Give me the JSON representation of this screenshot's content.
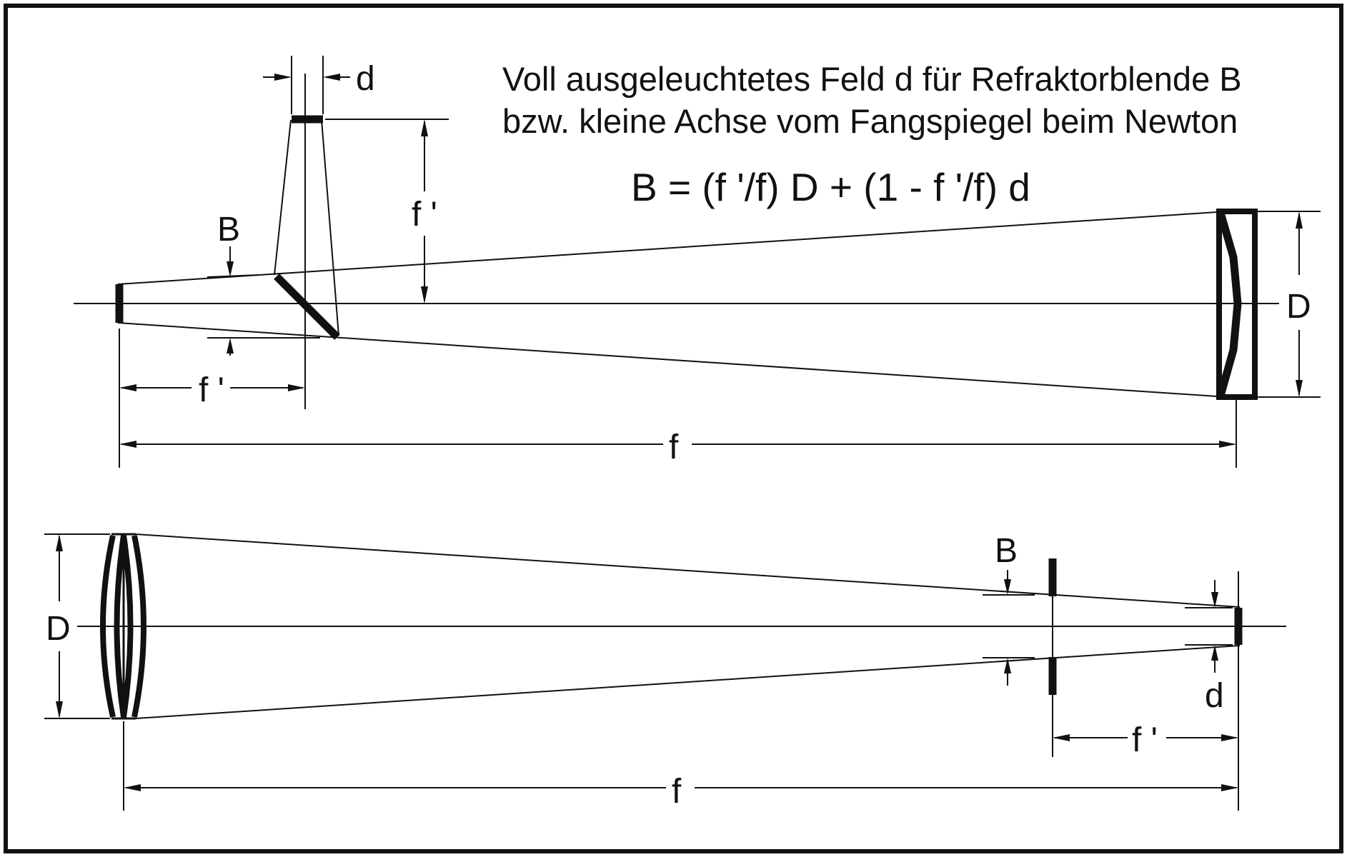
{
  "title": {
    "line1": "Voll ausgeleuchtetes Feld d für Refraktorblende B",
    "line2": "bzw. kleine Achse vom Fangspiegel beim Newton"
  },
  "formula": "B = (f '/f) D  +  (1 - f '/f) d",
  "newton": {
    "label_d_top": "d",
    "label_f_prime_vertical": "f '",
    "label_B": "B",
    "label_D": "D",
    "label_f_prime_horizontal": "f '",
    "label_f": "f"
  },
  "refractor": {
    "label_D": "D",
    "label_B": "B",
    "label_d": "d",
    "label_f_prime": "f '",
    "label_f": "f"
  },
  "colors": {
    "ink": "#111111",
    "background": "#ffffff"
  }
}
